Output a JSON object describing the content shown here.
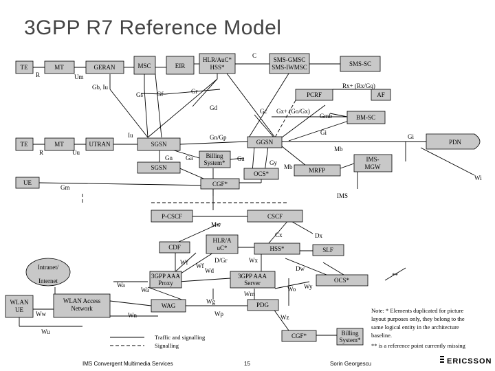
{
  "title": "3GPP R7 Reference Model",
  "nodes": {
    "te1": "TE",
    "mt1": "MT",
    "geran": "GERAN",
    "msc": "MSC",
    "eir": "EIR",
    "hlr": [
      "HLR/AuC*",
      "HSS*"
    ],
    "smsgmsc": [
      "SMS-GMSC",
      "SMS-IWMSC"
    ],
    "smssc": "SMS-SC",
    "af": "AF",
    "pcrf": "PCRF",
    "bmsc": "BM-SC",
    "te2": "TE",
    "mt2": "MT",
    "utran": "UTRAN",
    "sgsn1": "SGSN",
    "sgsn2": "SGSN",
    "billing1": [
      "Billing",
      "System*"
    ],
    "ggsn": "GGSN",
    "ocs1": "OCS*",
    "mrfp": "MRFP",
    "imsmgw": [
      "IMS-",
      "MGW"
    ],
    "pdn": "PDN",
    "ue": "UE",
    "cgf1": "CGF*",
    "pcscf": "P-CSCF",
    "cscf": "CSCF",
    "cdf": "CDF",
    "hlrauc": [
      "HLR/A",
      "uC*"
    ],
    "hss2": "HSS*",
    "slf": "SLF",
    "intranet": [
      "Intranet/",
      "Internet"
    ],
    "proxy": [
      "3GPP AAA",
      "Proxy"
    ],
    "server": [
      "3GPP AAA",
      "Server"
    ],
    "ocs2": "OCS*",
    "wlanue": [
      "WLAN",
      "UE"
    ],
    "wlanan": [
      "WLAN Access",
      "Network"
    ],
    "wag": "WAG",
    "pdg": "PDG",
    "cgf2": "CGF*",
    "billing2": [
      "Billing",
      "System*"
    ]
  },
  "labels": {
    "r1": "R",
    "um": "Um",
    "gbiu": "Gb, Iu",
    "gs": "Gs",
    "gf": "Gf",
    "gr": "Gr",
    "c": "C",
    "rxgq": "Rx+ (Rx/Gq)",
    "gd": "Gd",
    "gc": "Gc",
    "gxgogx": "Gx+ (Go/Gx)",
    "gmb": "Gmb",
    "iu": "Iu",
    "gngp": "Gn/Gp",
    "gi1": "Gi",
    "gi2": "Gi",
    "r2": "R",
    "uu": "Uu",
    "gn": "Gn",
    "ga1": "Ga",
    "ga2": "Ga",
    "gy": "Gy",
    "mb1": "Mb",
    "mb2": "Mb",
    "wi": "Wi",
    "gm": "Gm",
    "ims": "IMS",
    "mw": "Mw",
    "cx": "Cx",
    "dx": "Dx",
    "wf1": "Wf",
    "wf2": "Wf",
    "dgr": "D/Gr",
    "wx": "Wx",
    "wd": "Wd",
    "dw": "Dw",
    "wa1": "Wa",
    "wa2": "Wa",
    "wm": "Wm",
    "wo": "Wo",
    "wy": "Wy",
    "stars": "**",
    "ww": "Ww",
    "wn": "Wn",
    "wg": "Wg",
    "wp": "Wp",
    "wz": "Wz",
    "wu": "Wu"
  },
  "legend": {
    "solid": "Traffic and signalling",
    "dashed": "Signalling"
  },
  "note": [
    "Note: * Elements duplicated for picture",
    "layout purposes only, they belong to the",
    "same logical entity in the architecture",
    "baseline.",
    "** is a reference point currently missing"
  ],
  "footer": {
    "left": "IMS Convergent Multimedia Services",
    "page": "15",
    "author": "Sorin Georgescu",
    "logo": "ERICSSON"
  },
  "colors": {
    "node_fill": "#c8c8c8",
    "title": "#444444",
    "line": "#000000"
  }
}
